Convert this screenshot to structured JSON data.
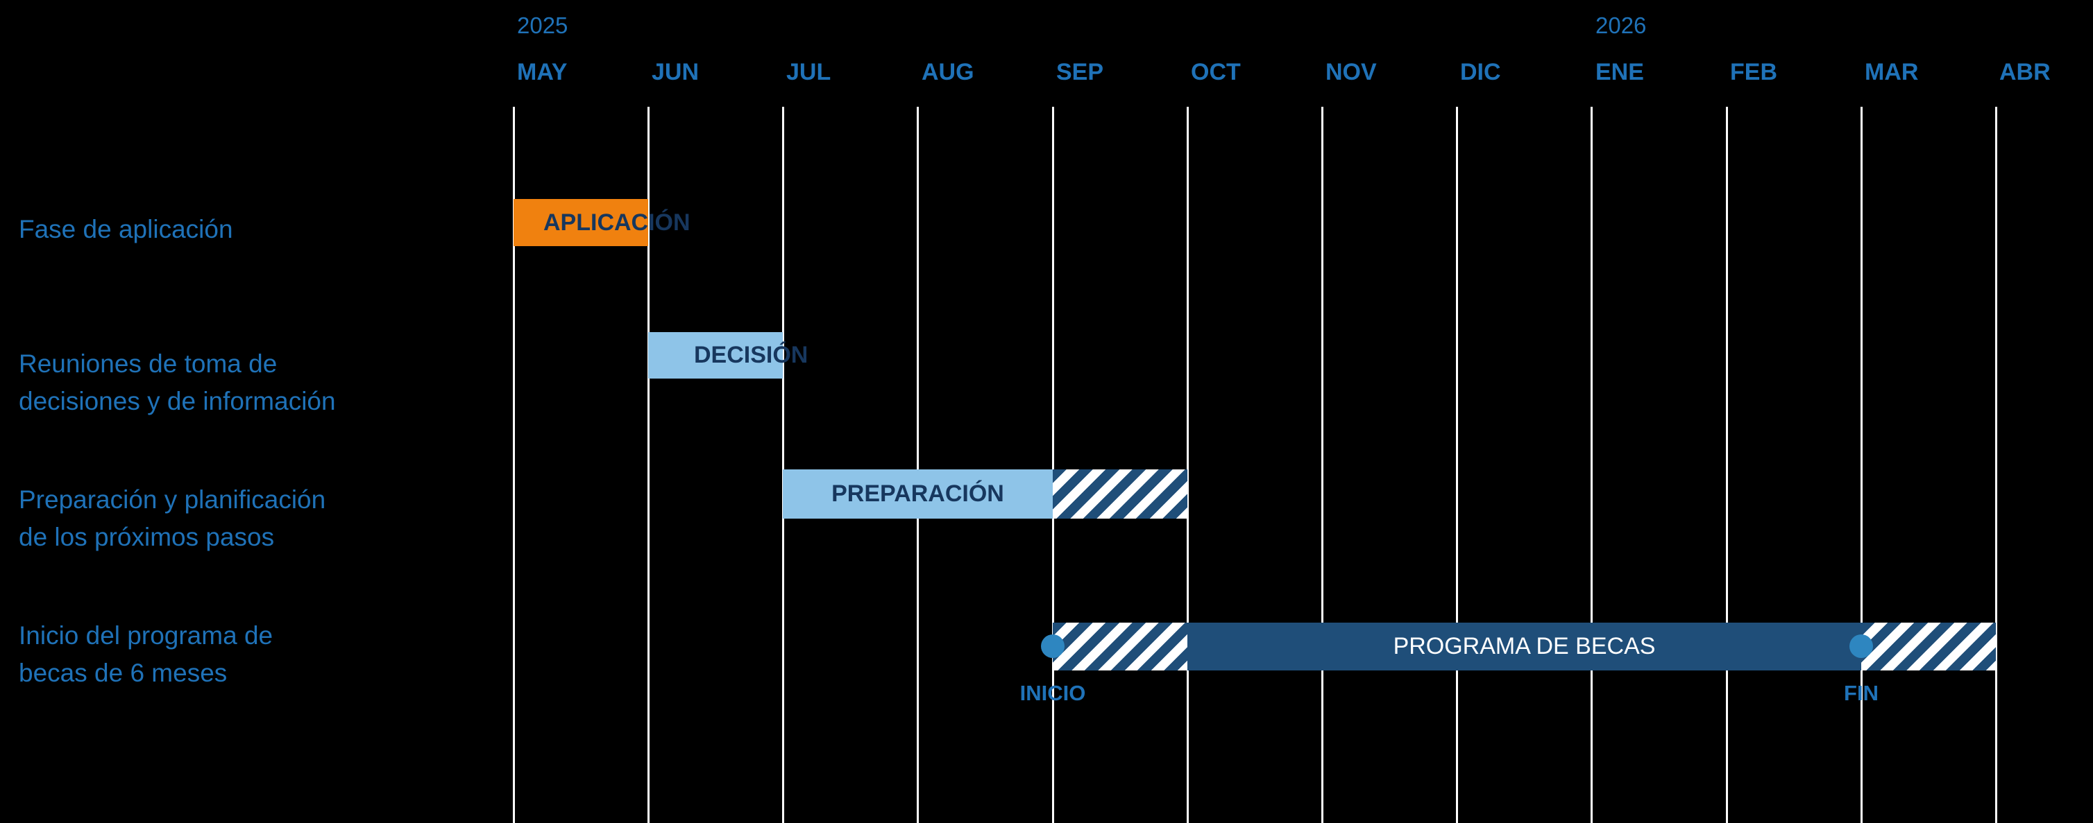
{
  "chart_data": {
    "type": "bar",
    "subtype": "gantt-timeline",
    "title": "",
    "x_axis": {
      "years": [
        {
          "label": "2025",
          "at_month": "MAY"
        },
        {
          "label": "2026",
          "at_month": "ENE"
        }
      ],
      "months": [
        "MAY",
        "JUN",
        "JUL",
        "AUG",
        "SEP",
        "OCT",
        "NOV",
        "DIC",
        "ENE",
        "FEB",
        "MAR",
        "ABR"
      ],
      "grid": "vertical-white-lines-per-month"
    },
    "rows": [
      {
        "label_lines": [
          "Fase de aplicación",
          ""
        ],
        "bars": [
          {
            "label": "APLICACIÓN",
            "start": "MAY",
            "end": "JUN",
            "style": "solid-orange"
          }
        ]
      },
      {
        "label_lines": [
          "Reuniones de toma de",
          "decisiones y de información"
        ],
        "bars": [
          {
            "label": "DECISIÓN",
            "start": "JUN",
            "end": "JUL",
            "style": "solid-lightblue"
          }
        ]
      },
      {
        "label_lines": [
          "Preparación y planificación",
          "de los próximos pasos"
        ],
        "bars": [
          {
            "label": "PREPARACIÓN",
            "start": "JUL",
            "end": "SEP",
            "style": "solid-lightblue"
          },
          {
            "label": "",
            "start": "SEP",
            "end": "OCT",
            "style": "hatched"
          }
        ]
      },
      {
        "label_lines": [
          "Inicio del programa de",
          "becas de 6 meses"
        ],
        "bars": [
          {
            "label": "",
            "start": "SEP",
            "end": "OCT",
            "style": "hatched"
          },
          {
            "label": "PROGRAMA DE BECAS",
            "start": "OCT",
            "end": "MAR",
            "style": "solid-navy"
          },
          {
            "label": "",
            "start": "MAR",
            "end": "ABR",
            "style": "hatched"
          }
        ],
        "milestones": [
          {
            "label": "INICIO",
            "at": "SEP"
          },
          {
            "label": "FIN",
            "at": "MAR"
          }
        ]
      }
    ],
    "legend": "none",
    "background": "black"
  },
  "colors": {
    "background": "#000000",
    "text_blue": "#1F72B8",
    "bar_label_navy": "#17375E",
    "orange": "#F0810F",
    "light_blue": "#8EC4E8",
    "navy": "#1F4E79",
    "milestone_blue": "#2E86C0",
    "gridline": "#FFFFFF"
  }
}
